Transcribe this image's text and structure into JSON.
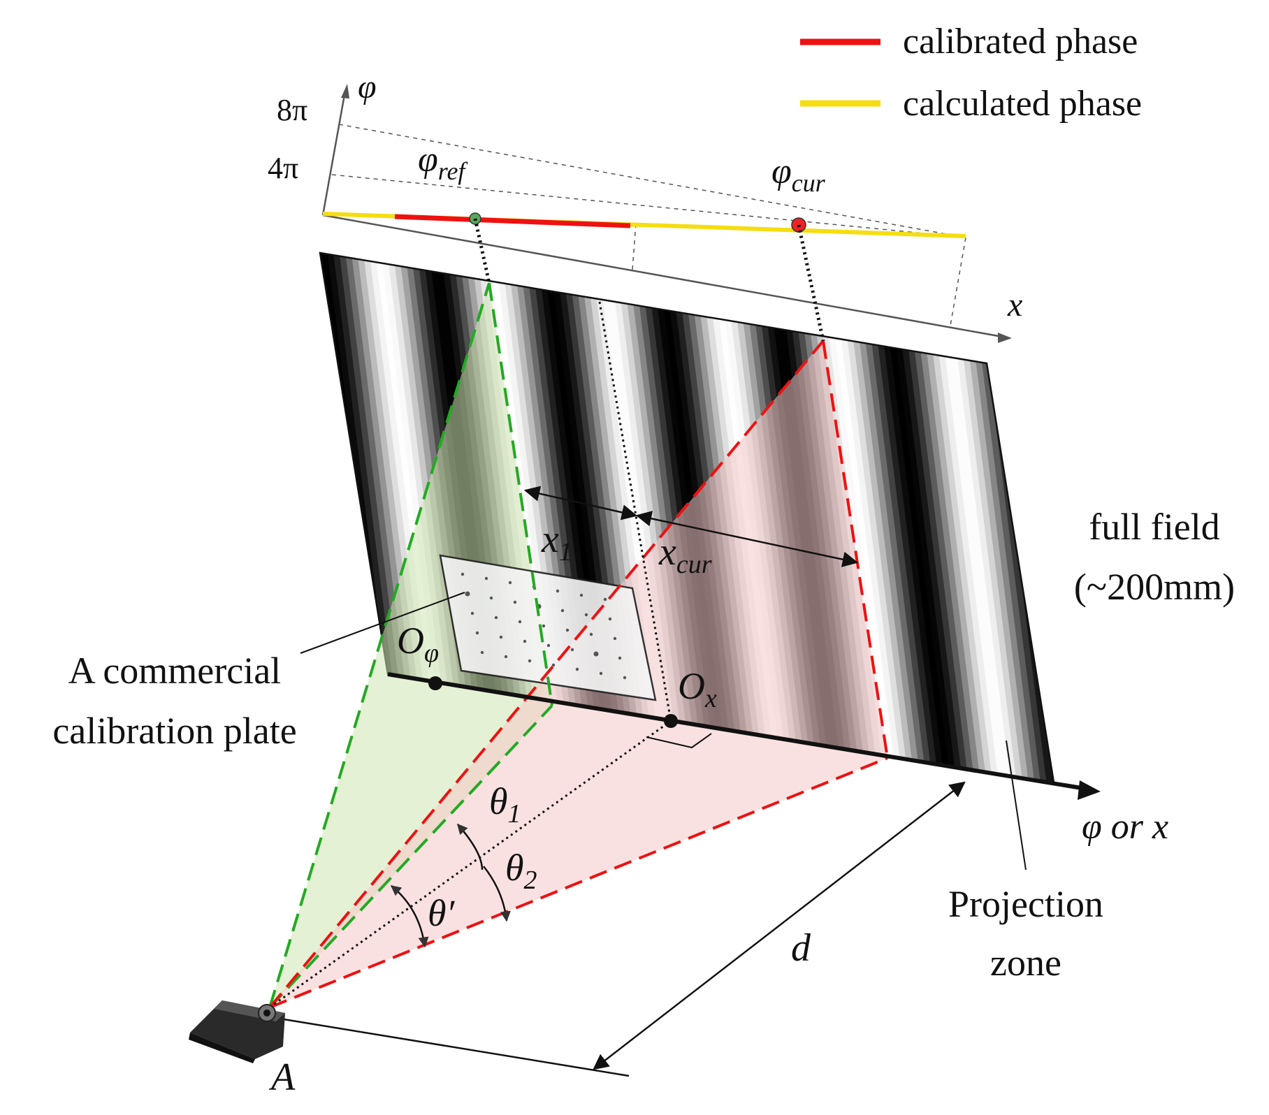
{
  "legend": {
    "items": [
      {
        "label": "calibrated phase",
        "color": "#ee1111"
      },
      {
        "label": "calculated phase",
        "color": "#f5dd10"
      }
    ]
  },
  "phase_axis": {
    "y_label": "φ",
    "x_label": "x",
    "tick_8pi": "8π",
    "tick_4pi": "4π",
    "phi_ref_base": "φ",
    "phi_ref_sub": "ref",
    "phi_cur_base": "φ",
    "phi_cur_sub": "cur"
  },
  "screen": {
    "x1_base": "x",
    "x1_sub": "1",
    "xcur_base": "x",
    "xcur_sub": "cur",
    "o_phi_base": "O",
    "o_phi_sub": "φ",
    "o_x_base": "O",
    "o_x_sub": "x",
    "axis_label": "φ or x"
  },
  "angles": {
    "theta1_base": "θ",
    "theta1_sub": "1",
    "theta2_base": "θ",
    "theta2_sub": "2",
    "theta_prime": "θ′"
  },
  "labels": {
    "full_field_line1": "full field",
    "full_field_line2": "(~200mm)",
    "calibration_plate_line1": "A commercial",
    "calibration_plate_line2": "calibration plate",
    "projection_zone_line1": "Projection",
    "projection_zone_line2": "zone",
    "distance": "d",
    "projector_point": "A"
  },
  "colors": {
    "green_region": "#cfe6b0",
    "green_dash": "#22aa22",
    "red_region": "#f6c9c9",
    "red_dash": "#ee1111",
    "stripe_dark": "#000000",
    "stripe_light": "#ffffff"
  }
}
